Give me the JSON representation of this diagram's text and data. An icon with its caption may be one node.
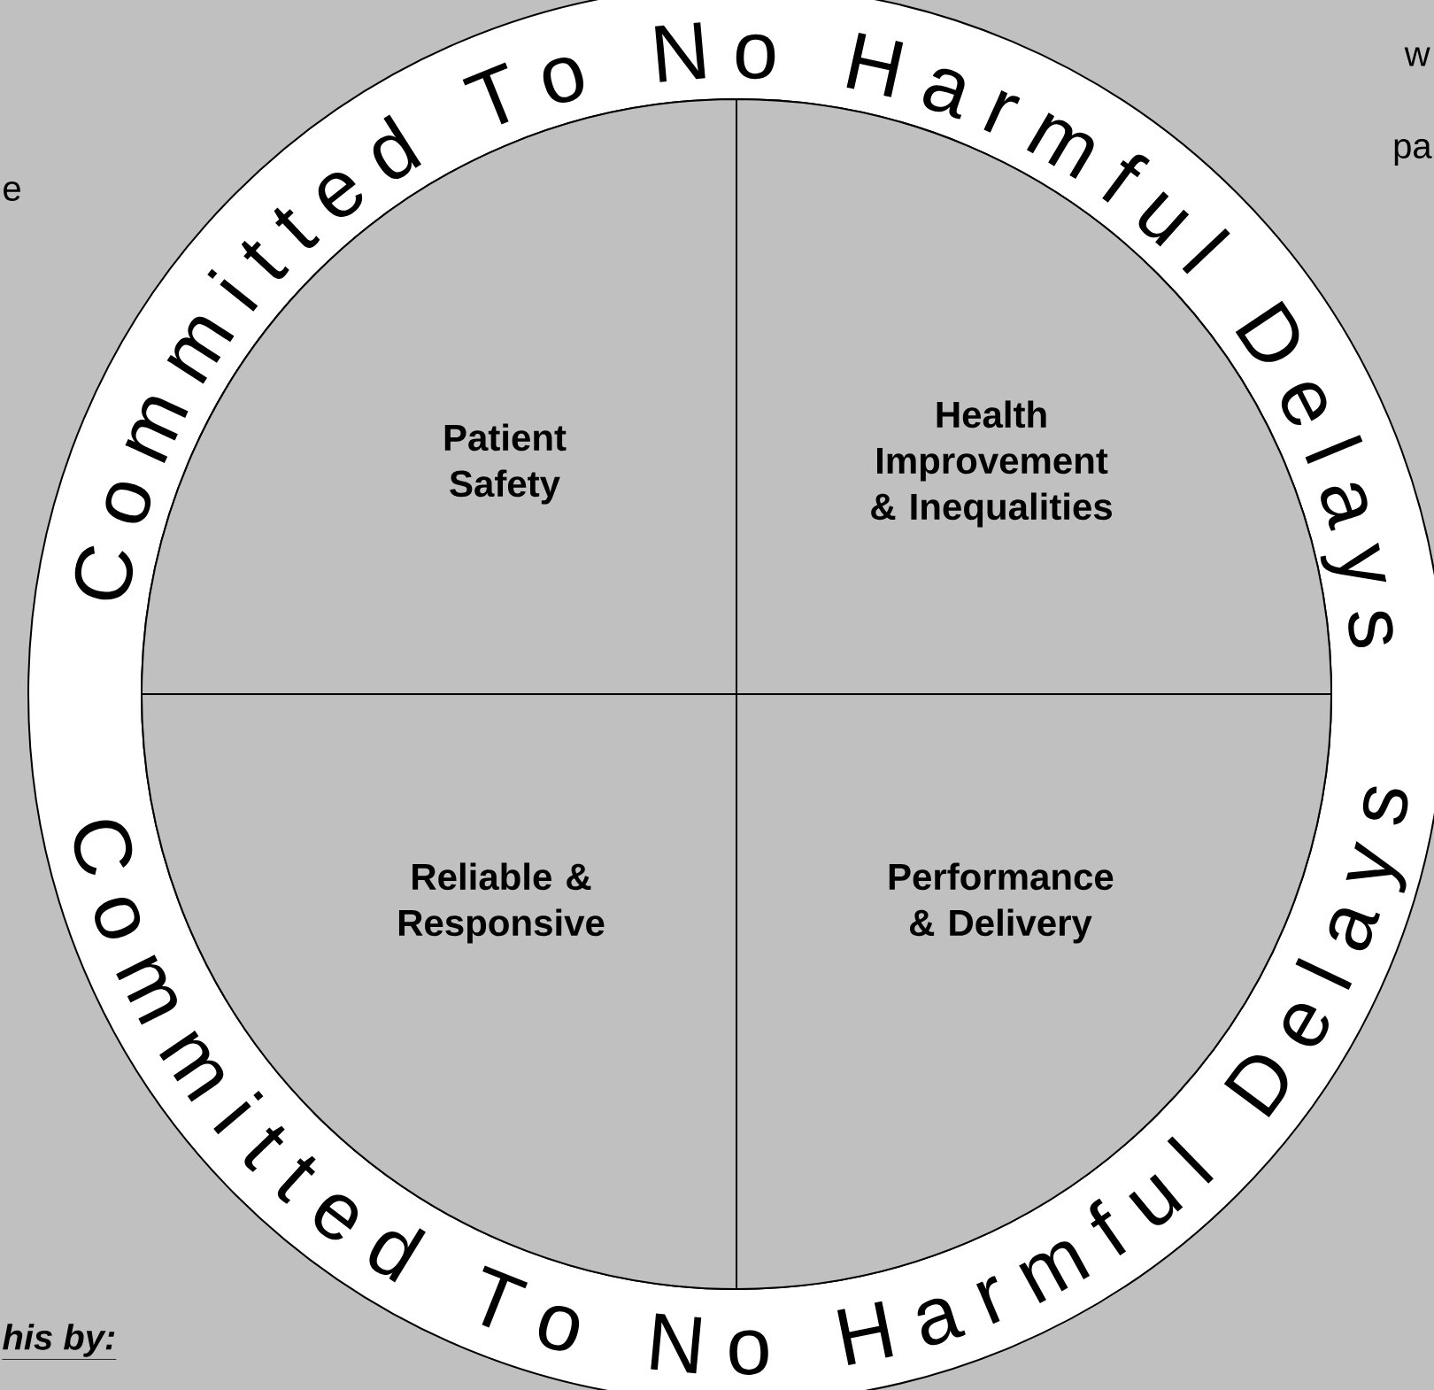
{
  "diagram": {
    "nodes": [
      {
        "text": [
          "Patient Safety"
        ]
      },
      {
        "text": [
          "Health Improvement & Inequalities"
        ]
      },
      {
        "text": [
          "Reliable & Responsive"
        ]
      },
      {
        "text": [
          "Performance & Delivery"
        ]
      }
    ],
    "labels": [
      "e",
      "w",
      "pa",
      "Committed To No Harmful Delays",
      "Committed To No Harmful Delays",
      "**his by:**"
    ]
  }
}
